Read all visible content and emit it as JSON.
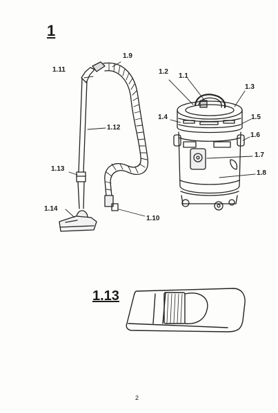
{
  "figure_number": "1",
  "detail_number": "1.13",
  "page_number": "2",
  "callouts": {
    "c1_1": "1.1",
    "c1_2": "1.2",
    "c1_3": "1.3",
    "c1_4": "1.4",
    "c1_5": "1.5",
    "c1_6": "1.6",
    "c1_7": "1.7",
    "c1_8": "1.8",
    "c1_9": "1.9",
    "c1_10": "1.10",
    "c1_11": "1.11",
    "c1_12": "1.12",
    "c1_13": "1.13",
    "c1_14": "1.14"
  }
}
